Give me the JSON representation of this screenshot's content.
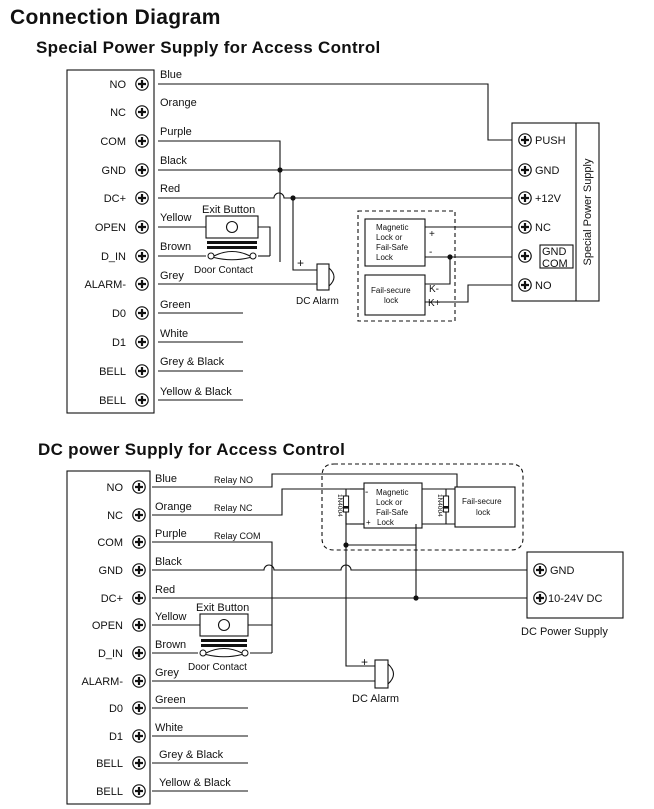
{
  "title": "Connection Diagram",
  "section1": {
    "heading": "Special Power Supply for Access Control",
    "terminals": [
      "NO",
      "NC",
      "COM",
      "GND",
      "DC+",
      "OPEN",
      "D_IN",
      "ALARM-",
      "D0",
      "D1",
      "BELL",
      "BELL"
    ],
    "wires": [
      "Blue",
      "Orange",
      "Purple",
      "Black",
      "Red",
      "Yellow",
      "Brown",
      "Grey",
      "Green",
      "White",
      "Grey & Black",
      "Yellow & Black"
    ],
    "exit_button": "Exit Button",
    "door_contact": "Door Contact",
    "dc_alarm": "DC Alarm",
    "plus": "+",
    "minus": "-",
    "magnetic_lock": [
      "Magnetic",
      "Lock or",
      "Fail-Safe",
      "Lock"
    ],
    "fail_secure_lock": [
      "Fail-secure",
      "lock"
    ],
    "k_minus": "K-",
    "k_plus": "K+",
    "psu_terminals": [
      "PUSH",
      "GND",
      "+12V",
      "NC",
      "GND",
      "COM",
      "NO"
    ],
    "psu_label": "Special Power Supply"
  },
  "section2": {
    "heading": "DC power Supply for Access Control",
    "terminals": [
      "NO",
      "NC",
      "COM",
      "GND",
      "DC+",
      "OPEN",
      "D_IN",
      "ALARM-",
      "D0",
      "D1",
      "BELL",
      "BELL"
    ],
    "wires": [
      "Blue",
      "Orange",
      "Purple",
      "Black",
      "Red",
      "Yellow",
      "Brown",
      "Grey",
      "Green",
      "White",
      "Grey & Black",
      "Yellow & Black"
    ],
    "relay_no": "Relay NO",
    "relay_nc": "Relay NC",
    "relay_com": "Relay COM",
    "exit_button": "Exit Button",
    "door_contact": "Door Contact",
    "dc_alarm": "DC  Alarm",
    "plus": "+",
    "minus": "-",
    "diode": "1N4004",
    "magnetic_lock": [
      "Magnetic",
      "Lock or",
      "Fail-Safe",
      "Lock"
    ],
    "fail_secure_lock": [
      "Fail-secure",
      "lock"
    ],
    "psu_terminals": [
      "GND",
      "10-24V DC"
    ],
    "psu_label": "DC Power Supply"
  }
}
